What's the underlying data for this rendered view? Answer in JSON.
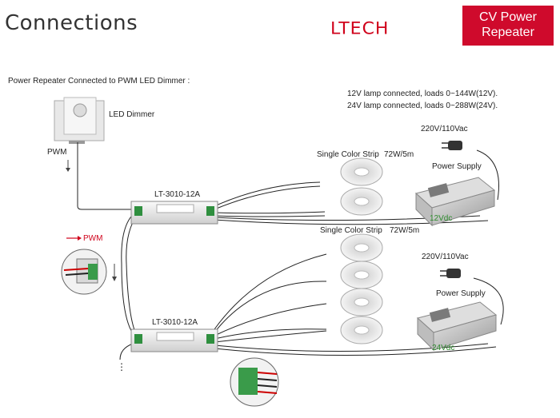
{
  "header": {
    "title": "Connections",
    "brand": "LTECH",
    "badge_line1": "CV Power",
    "badge_line2": "Repeater"
  },
  "subtitle": "Power Repeater Connected to PWM LED Dimmer :",
  "notes": {
    "line1": "12V lamp connected, loads 0~144W(12V).",
    "line2": "24V lamp connected, loads 0~288W(24V)."
  },
  "labels": {
    "led_dimmer": "LED Dimmer",
    "pwm_top": "PWM",
    "pwm_arrow": "PWM",
    "repeater_top": "LT-3010-12A",
    "repeater_bottom": "LT-3010-12A",
    "strip_top": "Single Color Strip",
    "strip_top_power": "72W/5m",
    "strip_bottom": "Single Color Strip",
    "strip_bottom_power": "72W/5m",
    "mains_top": "220V/110Vac",
    "mains_bottom": "220V/110Vac",
    "psu_top": "Power Supply",
    "psu_bottom": "Power Supply",
    "volt_top": "12Vdc",
    "volt_bottom": "24Vdc",
    "dots": "⋮"
  },
  "colors": {
    "brand_red": "#cf0a2c",
    "voltage_green": "#2e8b2e",
    "wire": "#222222"
  }
}
